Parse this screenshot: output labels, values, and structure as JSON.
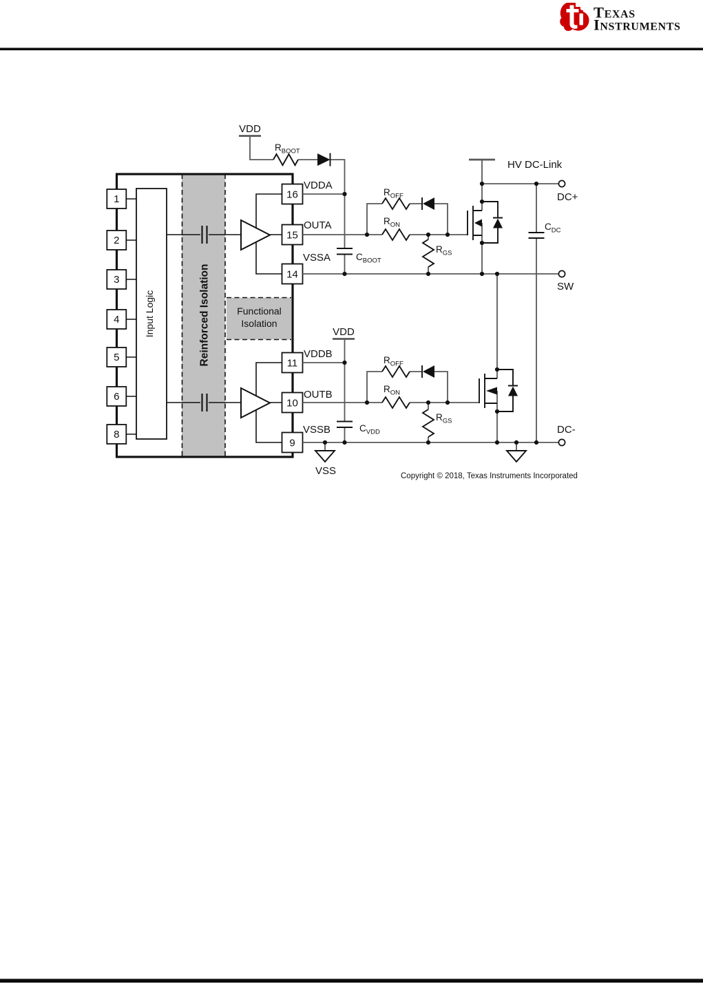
{
  "logo": {
    "line1": "Texas",
    "line2": "Instruments"
  },
  "colors": {
    "ti_red": "#cc0000",
    "ink": "#111111",
    "wire_gray": "#58585a",
    "isolation_gray": "#c1c1c1"
  },
  "ic": {
    "blocks": {
      "input_logic": "Input Logic",
      "reinforced_isolation": "Reinforced Isolation",
      "functional_isolation_line1": "Functional",
      "functional_isolation_line2": "Isolation"
    },
    "pins_left": [
      "1",
      "2",
      "3",
      "4",
      "5",
      "6",
      "8"
    ],
    "pins_right_a": [
      "16",
      "15",
      "14"
    ],
    "pins_right_b": [
      "11",
      "10",
      "9"
    ],
    "ports": {
      "vdda": "VDDA",
      "outa": "OUTA",
      "vssa": "VSSA",
      "vddb": "VDDB",
      "outb": "OUTB",
      "vssb": "VSSB"
    }
  },
  "nets": {
    "vdd": "VDD",
    "vss": "VSS",
    "hv_dc_link": "HV DC-Link",
    "dc_plus": "DC+",
    "sw": "SW",
    "dc_minus": "DC-"
  },
  "components": {
    "rboot": {
      "sym": "R",
      "sub": "BOOT"
    },
    "roff": {
      "sym": "R",
      "sub": "OFF"
    },
    "ron": {
      "sym": "R",
      "sub": "ON"
    },
    "rgs": {
      "sym": "R",
      "sub": "GS"
    },
    "cboot": {
      "sym": "C",
      "sub": "BOOT"
    },
    "cvdd": {
      "sym": "C",
      "sub": "VDD"
    },
    "cdc": {
      "sym": "C",
      "sub": "DC"
    }
  },
  "footer": {
    "copyright": "Copyright © 2018, Texas Instruments Incorporated"
  }
}
